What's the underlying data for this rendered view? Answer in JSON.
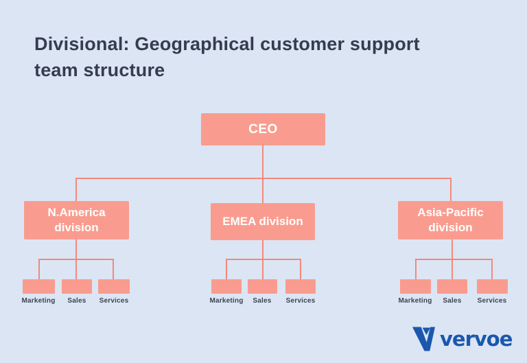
{
  "title": "Divisional: Geographical customer support team structure",
  "chart": {
    "type": "org-chart",
    "root": {
      "label": "CEO"
    },
    "divisions": [
      {
        "label": "N.America division",
        "children": [
          "Marketing",
          "Sales",
          "Services"
        ]
      },
      {
        "label": "EMEA division",
        "children": [
          "Marketing",
          "Sales",
          "Services"
        ]
      },
      {
        "label": "Asia-Pacific division",
        "children": [
          "Marketing",
          "Sales",
          "Services"
        ]
      }
    ]
  },
  "branding": {
    "logo_text": "vervoe"
  },
  "colors": {
    "background": "#dce5f4",
    "node_fill": "#f99c8f",
    "connector": "#f2897c",
    "title_text": "#353c4e",
    "node_text": "#ffffff",
    "leaf_label_text": "#3b4353",
    "logo_blue": "#1b57ad"
  }
}
